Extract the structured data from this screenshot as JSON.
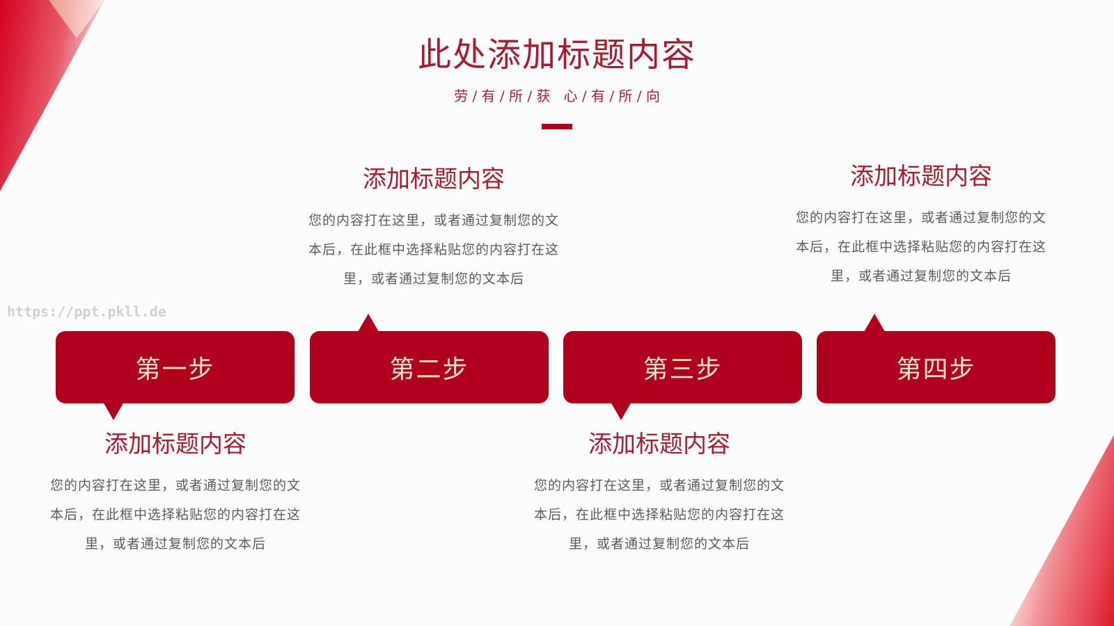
{
  "header": {
    "title": "此处添加标题内容",
    "subtitle": "劳 / 有 / 所 / 获   心 / 有 / 所 / 向"
  },
  "watermark": "https://ppt.pkll.de",
  "steps": [
    {
      "label": "第一步",
      "heading": "添加标题内容",
      "text": "您的内容打在这里，或者通过复制您的文本后，在此框中选择粘贴您的内容打在这里，或者通过复制您的文本后"
    },
    {
      "label": "第二步",
      "heading": "添加标题内容",
      "text": "您的内容打在这里，或者通过复制您的文本后，在此框中选择粘贴您的内容打在这里，或者通过复制您的文本后"
    },
    {
      "label": "第三步",
      "heading": "添加标题内容",
      "text": "您的内容打在这里，或者通过复制您的文本后，在此框中选择粘贴您的内容打在这里，或者通过复制您的文本后"
    },
    {
      "label": "第四步",
      "heading": "添加标题内容",
      "text": "您的内容打在这里，或者通过复制您的文本后，在此框中选择粘贴您的内容打在这里，或者通过复制您的文本后"
    }
  ],
  "colors": {
    "accent": "#b0001e",
    "title": "#a51c2e",
    "step_text": "#f7e6c9",
    "body_text": "#5a5a5a"
  }
}
